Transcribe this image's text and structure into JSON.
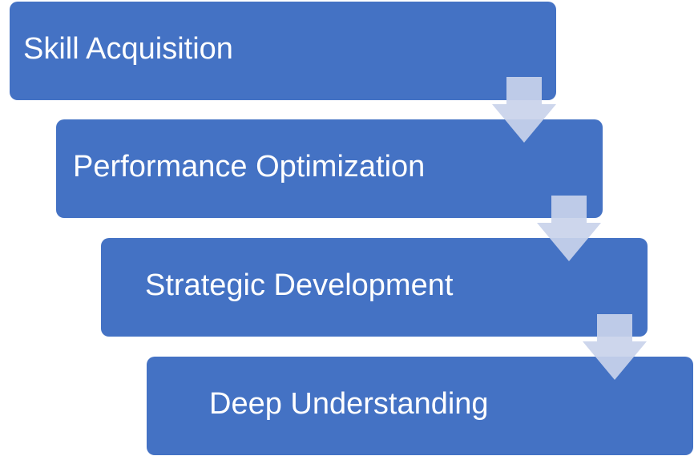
{
  "steps": [
    {
      "label": "Skill Acquisition"
    },
    {
      "label": "Performance Optimization"
    },
    {
      "label": "Strategic Development"
    },
    {
      "label": "Deep Understanding"
    }
  ],
  "colors": {
    "box_fill": "#4472c4",
    "box_text": "#ffffff",
    "arrow_fill": "#c9d3ea"
  }
}
